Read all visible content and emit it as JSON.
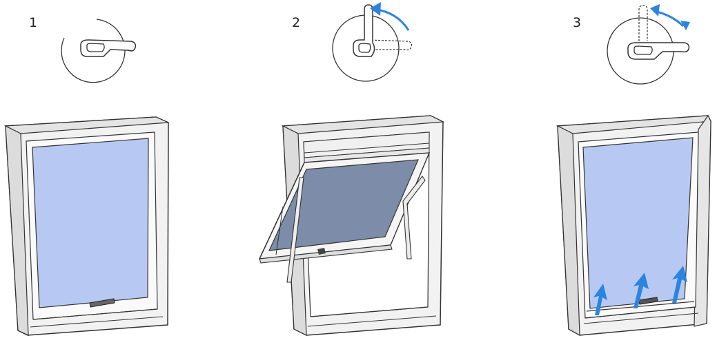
{
  "steps": [
    {
      "number": "1",
      "handle_icon": "handle-closed-icon",
      "window_icon": "closed-window-icon"
    },
    {
      "number": "2",
      "handle_icon": "handle-up-icon",
      "window_icon": "awning-open-window-icon"
    },
    {
      "number": "3",
      "handle_icon": "handle-back-icon",
      "window_icon": "vent-window-icon"
    }
  ],
  "colors": {
    "glass": "#b7c9f2",
    "glass_tilted": "#7d8ca8",
    "frame": "#f2f2f2",
    "stroke": "#333333",
    "arrow": "#2a84e0"
  }
}
